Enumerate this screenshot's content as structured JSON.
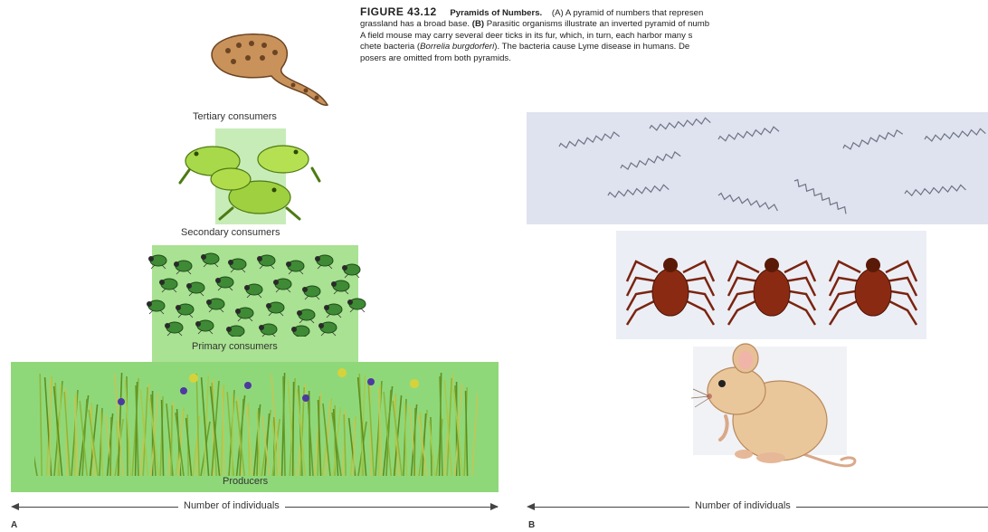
{
  "caption": {
    "figure_number": "FIGURE 43.12",
    "figure_title": "Pyramids of Numbers.",
    "line1_tail": "(A) A pyramid of numbers that represen",
    "line2_a": "grassland has a broad base.",
    "line2_b_marker": "(B)",
    "line2_b": "Parasitic organisms illustrate an inverted pyramid of numb",
    "line3": "A field mouse may carry several deer ticks in its fur, which, in turn, each harbor many s",
    "line4_a": "chete bacteria (",
    "line4_species": "Borrelia burgdorferi",
    "line4_b": "). The bacteria cause Lyme disease in humans. De",
    "line5": "posers are omitted from both pyramids."
  },
  "panel_a": {
    "letter": "A",
    "tiers": [
      {
        "label": "Tertiary consumers",
        "icon": "snake-icon"
      },
      {
        "label": "Secondary consumers",
        "icon": "frog-icon"
      },
      {
        "label": "Primary consumers",
        "icon": "insect-icon"
      },
      {
        "label": "Producers",
        "icon": "grass-icon"
      }
    ],
    "axis_label": "Number of individuals"
  },
  "panel_b": {
    "letter": "B",
    "tiers": [
      {
        "name": "bacteria",
        "icon": "bacteria-icon"
      },
      {
        "name": "ticks",
        "icon": "tick-icon"
      },
      {
        "name": "mouse",
        "icon": "mouse-icon"
      }
    ],
    "axis_label": "Number of individuals"
  },
  "colors": {
    "tier_green": "#8fd87a",
    "tier_green_light": "#b9e8a8",
    "bacteria_bg": "#dfe3ef",
    "tick_bg": "#eceef5",
    "mouse_bg": "#f1f2f6",
    "tick_body": "#8b2a12",
    "mouse_fur": "#eac79a"
  }
}
